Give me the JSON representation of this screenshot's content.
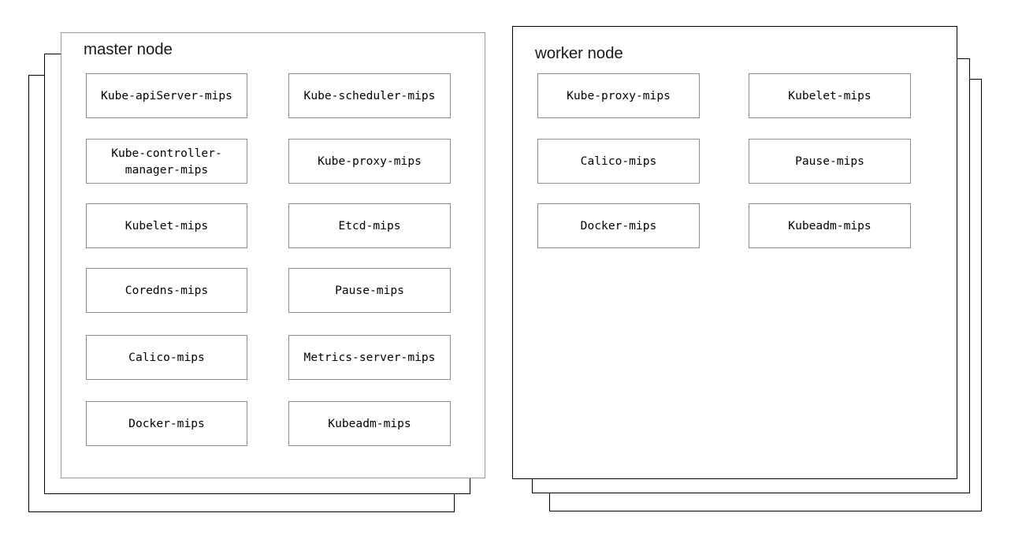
{
  "diagram": {
    "title_master": "master node",
    "title_worker": "worker node",
    "colors": {
      "background": "#ffffff",
      "stack_border": "#000000",
      "front_panel_border": "#9a9a9a",
      "component_border": "#8c8c8c",
      "text": "#000000"
    }
  },
  "nodes": [
    {
      "id": "master-node",
      "title": "master node",
      "stack_depth": 3,
      "stack_direction": "down-left",
      "columns": [
        {
          "id": "master-col-left",
          "components": [
            {
              "label": "Kube-apiServer-mips"
            },
            {
              "label": "Kube-controller-manager-mips"
            },
            {
              "label": "Kubelet-mips"
            },
            {
              "label": "Coredns-mips"
            },
            {
              "label": "Calico-mips"
            },
            {
              "label": "Docker-mips"
            }
          ]
        },
        {
          "id": "master-col-right",
          "components": [
            {
              "label": "Kube-scheduler-mips"
            },
            {
              "label": "Kube-proxy-mips"
            },
            {
              "label": "Etcd-mips"
            },
            {
              "label": "Pause-mips"
            },
            {
              "label": "Metrics-server-mips"
            },
            {
              "label": "Kubeadm-mips"
            }
          ]
        }
      ]
    },
    {
      "id": "worker-node",
      "title": "worker node",
      "stack_depth": 3,
      "stack_direction": "down-right",
      "columns": [
        {
          "id": "worker-col-left",
          "components": [
            {
              "label": "Kube-proxy-mips"
            },
            {
              "label": "Calico-mips"
            },
            {
              "label": "Docker-mips"
            }
          ]
        },
        {
          "id": "worker-col-right",
          "components": [
            {
              "label": "Kubelet-mips"
            },
            {
              "label": "Pause-mips"
            },
            {
              "label": "Kubeadm-mips"
            }
          ]
        }
      ]
    }
  ]
}
